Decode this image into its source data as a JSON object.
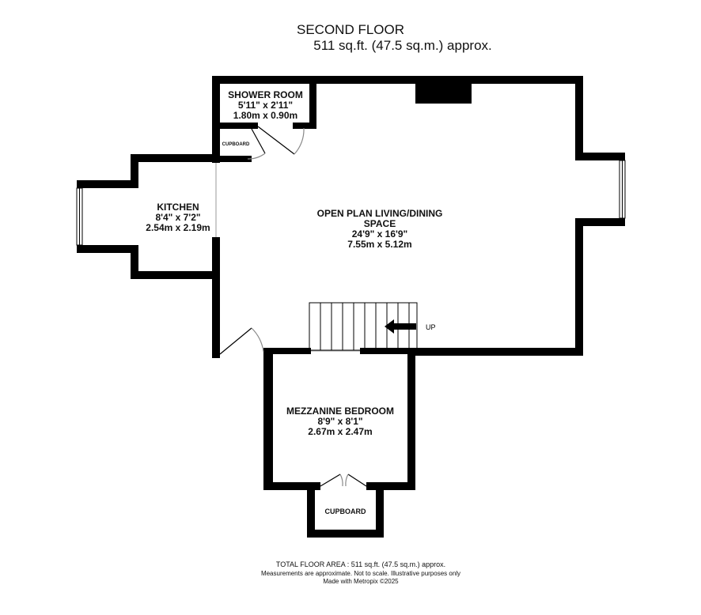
{
  "header": {
    "floor_name": "SECOND FLOOR",
    "area": "511 sq.ft. (47.5 sq.m.) approx."
  },
  "rooms": {
    "shower_room": {
      "name": "SHOWER ROOM",
      "imperial": "5'11\"  x 2'11\"",
      "metric": "1.80m  x 0.90m"
    },
    "cupboard_small": {
      "name": "CUPBOARD"
    },
    "kitchen": {
      "name": "KITCHEN",
      "imperial": "8'4\"  x 7'2\"",
      "metric": "2.54m  x 2.19m"
    },
    "living": {
      "name": "OPEN PLAN LIVING/DINING",
      "name2": "SPACE",
      "imperial": "24'9\"  x 16'9\"",
      "metric": "7.55m  x 5.12m"
    },
    "mezzanine": {
      "name": "MEZZANINE BEDROOM",
      "imperial": "8'9\"  x 8'1\"",
      "metric": "2.67m  x 2.47m"
    },
    "cupboard": {
      "name": "CUPBOARD"
    }
  },
  "stairs": {
    "label": "UP"
  },
  "footer": {
    "total": "TOTAL FLOOR AREA : 511 sq.ft. (47.5 sq.m.) approx.",
    "disclaimer": "Measurements are approximate.  Not to scale.  Illustrative purposes only",
    "credit": "Made with Metropix ©2025"
  },
  "colors": {
    "wall": "#000000",
    "background": "#ffffff"
  }
}
